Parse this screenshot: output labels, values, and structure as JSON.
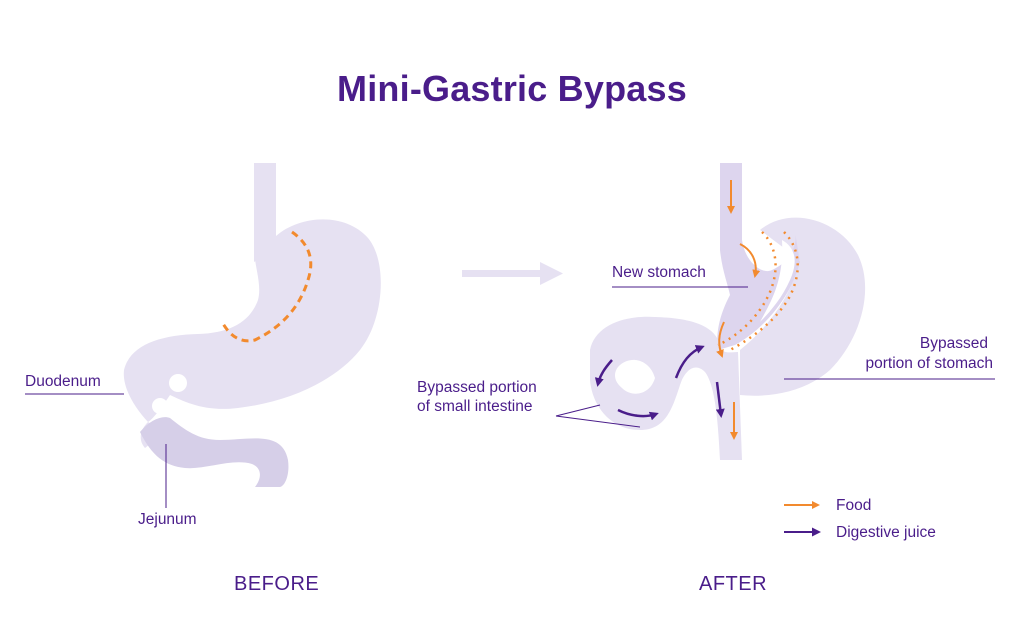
{
  "title": "Mini-Gastric Bypass",
  "labels": {
    "duodenum": "Duodenum",
    "jejunum": "Jejunum",
    "new_stomach": "New stomach",
    "bypassed_stomach_line1": "Bypassed",
    "bypassed_stomach_line2": "portion of stomach",
    "bypassed_intestine_line1": "Bypassed portion",
    "bypassed_intestine_line2": "of small intestine"
  },
  "stages": {
    "before": "BEFORE",
    "after": "AFTER"
  },
  "legend": {
    "food": "Food",
    "digestive_juice": "Digestive juice"
  },
  "colors": {
    "organ": "#e6e1f2",
    "organ_dark": "#d6cfe8",
    "food": "#f28a2e",
    "juice": "#4a1d8a"
  }
}
